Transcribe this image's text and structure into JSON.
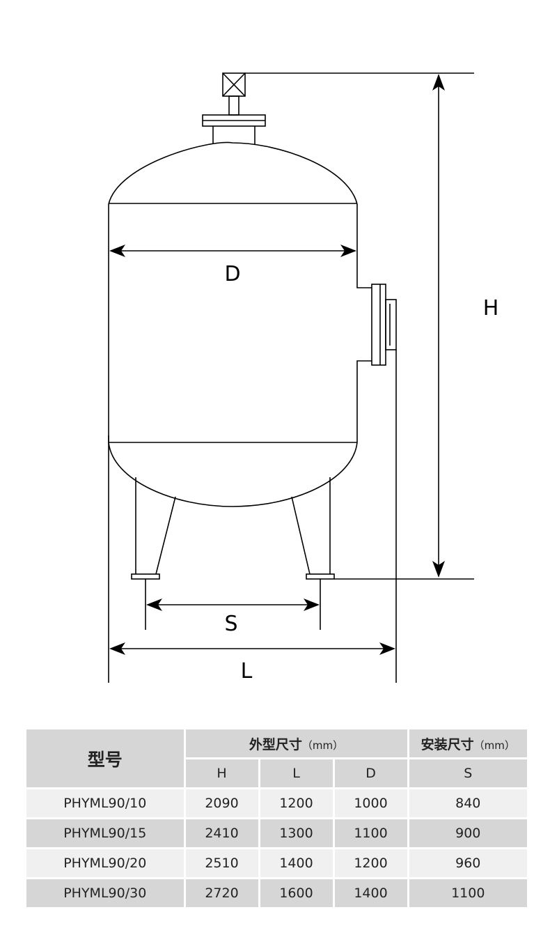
{
  "diagram": {
    "labels": {
      "D": "D",
      "H": "H",
      "S": "S",
      "L": "L"
    }
  },
  "table": {
    "model_header": "型号",
    "outer_header": "外型尺寸",
    "install_header": "安装尺寸",
    "unit": "（mm）",
    "columns": [
      "H",
      "L",
      "D",
      "S"
    ],
    "rows": [
      {
        "model": "PHYML90/10",
        "H": "2090",
        "L": "1200",
        "D": "1000",
        "S": "840"
      },
      {
        "model": "PHYML90/15",
        "H": "2410",
        "L": "1300",
        "D": "1100",
        "S": "900"
      },
      {
        "model": "PHYML90/20",
        "H": "2510",
        "L": "1400",
        "D": "1200",
        "S": "960"
      },
      {
        "model": "PHYML90/30",
        "H": "2720",
        "L": "1600",
        "D": "1400",
        "S": "1100"
      }
    ]
  }
}
